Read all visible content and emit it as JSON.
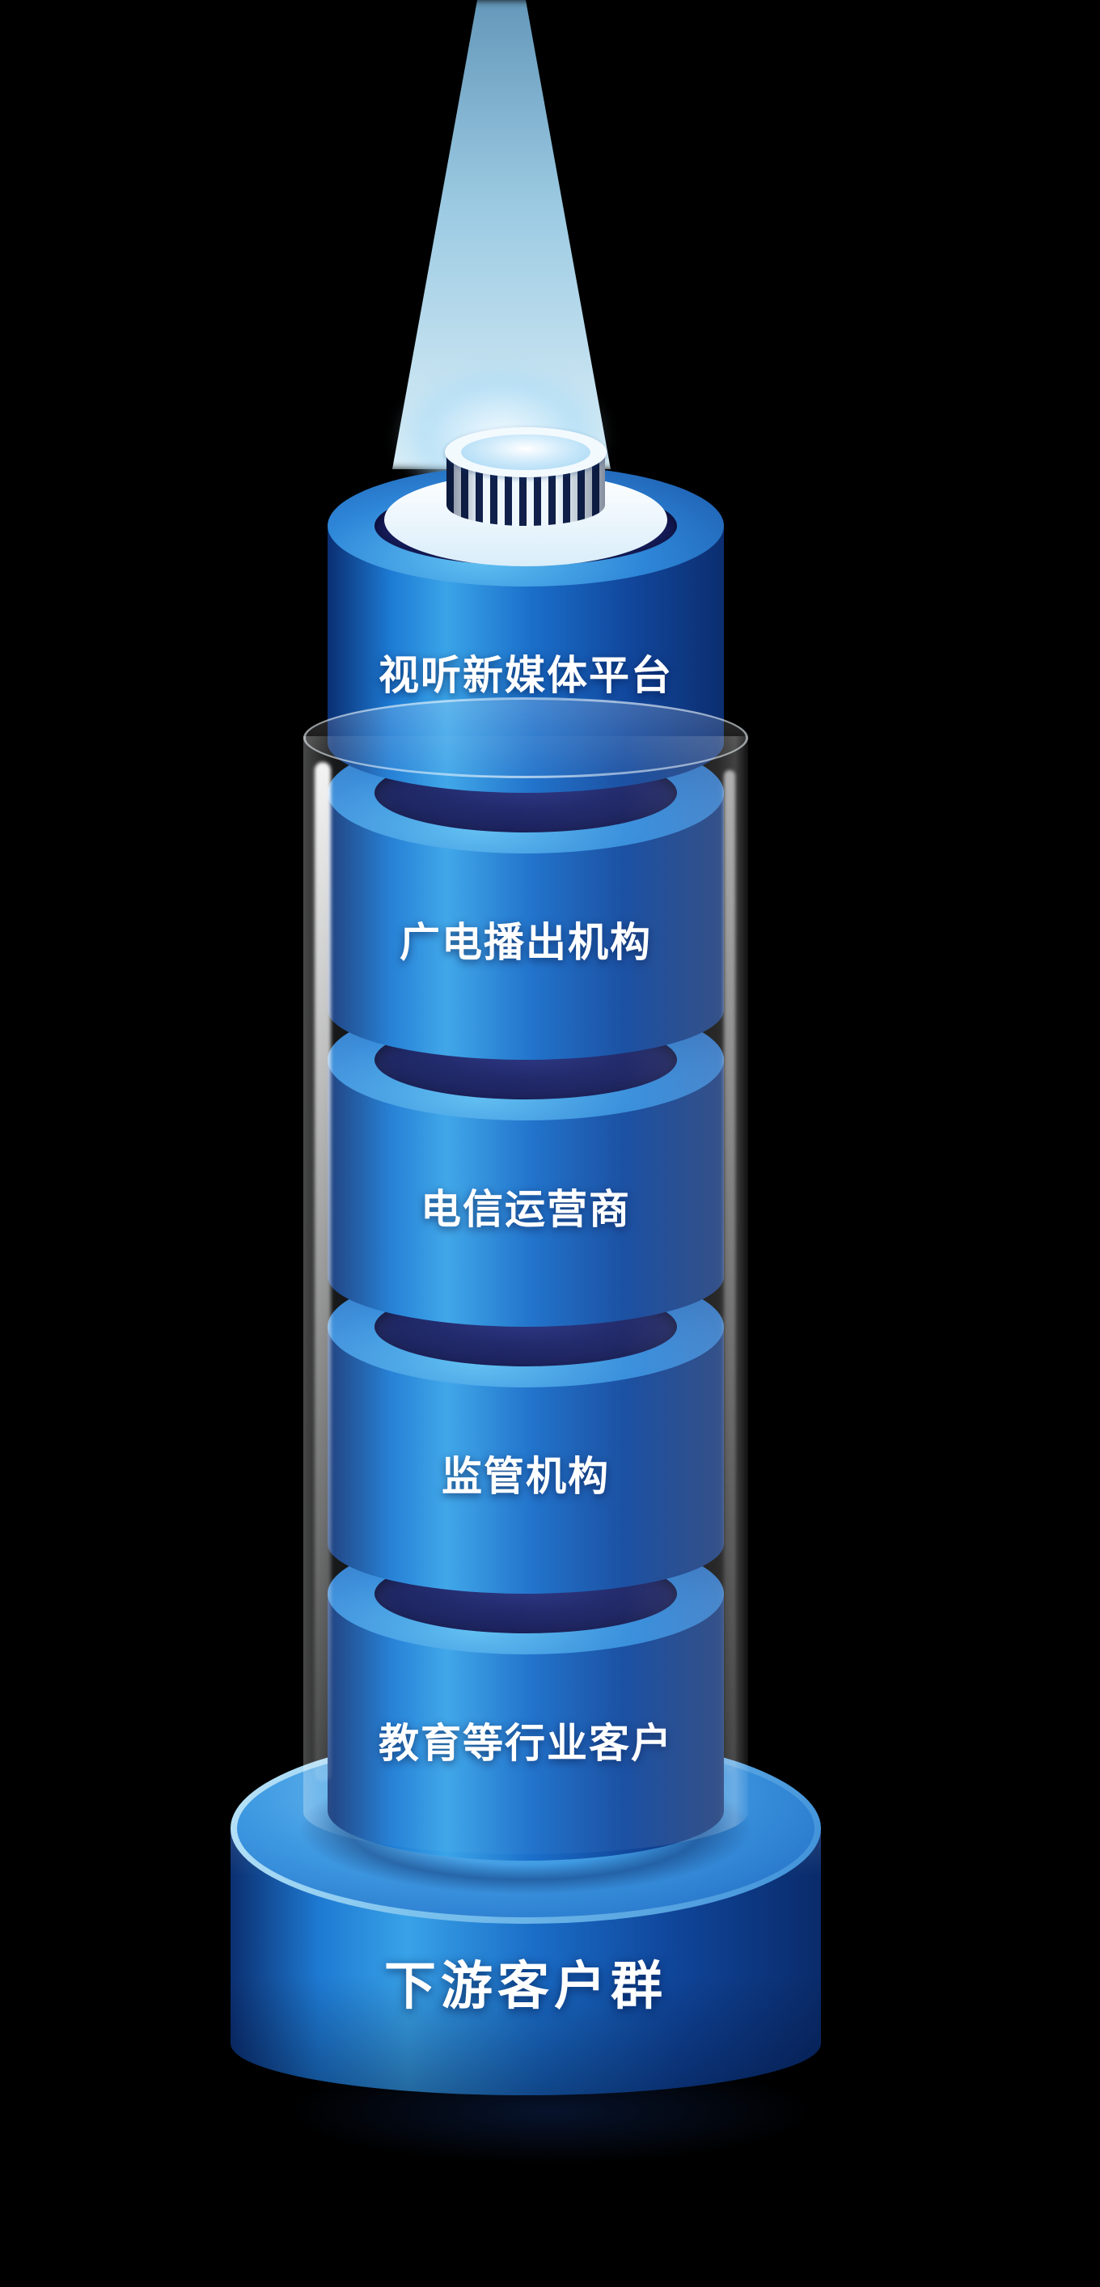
{
  "diagram": {
    "layers": [
      {
        "label": "视听新媒体平台"
      },
      {
        "label": "广电播出机构"
      },
      {
        "label": "电信运营商"
      },
      {
        "label": "监管机构"
      },
      {
        "label": "教育等行业客户"
      }
    ],
    "base": {
      "label": "下游客户群"
    },
    "colors": {
      "background": "#000000",
      "cylinder_highlight": "#3aa4e8",
      "cylinder_shadow": "#0a2e72",
      "inner_ellipse": "#1a2266",
      "base_rim": "#bfe6f8",
      "beam": "#bfe3f7",
      "cap_stripe_dark": "#10204a",
      "cap_stripe_light": "#eef7fd",
      "label_text": "#ffffff"
    }
  }
}
